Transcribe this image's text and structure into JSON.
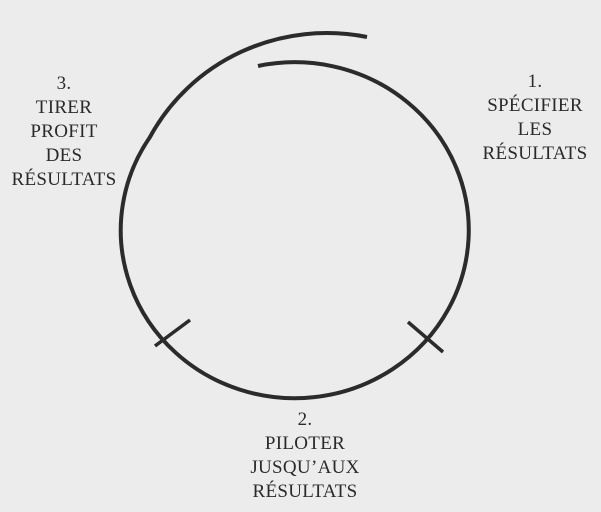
{
  "steps": [
    {
      "number": "1.",
      "lines": [
        "SPÉCIFIER",
        "LES",
        "RÉSULTATS"
      ]
    },
    {
      "number": "2.",
      "lines": [
        "PILOTER",
        "JUSQU’AUX",
        "RÉSULTATS"
      ]
    },
    {
      "number": "3.",
      "lines": [
        "TIRER",
        "PROFIT",
        "DES",
        "RÉSULTATS"
      ]
    }
  ],
  "colors": {
    "line": "#2b2b2b",
    "background": "#ececec"
  }
}
